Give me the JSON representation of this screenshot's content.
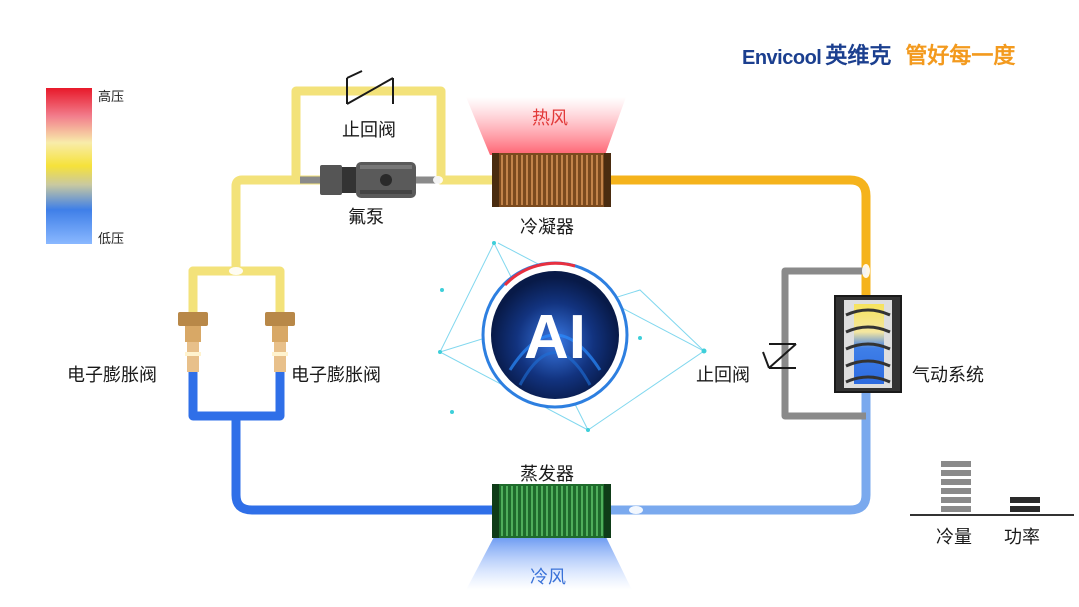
{
  "logo": {
    "brand": "Envicool",
    "cn_name": "英维克",
    "slogan": "管好每一度"
  },
  "legend": {
    "high": "高压",
    "low": "低压"
  },
  "components": {
    "check_valve_top": "止回阀",
    "pump": "氟泵",
    "condenser": "冷凝器",
    "hot_air": "热风",
    "eev_left": "电子膨胀阀",
    "eev_right": "电子膨胀阀",
    "ai": "AI",
    "check_valve_right": "止回阀",
    "compressor": "气动系统",
    "evaporator": "蒸发器",
    "cold_air": "冷风"
  },
  "bars": {
    "cooling": "冷量",
    "power": "功率",
    "cooling_level": 0.8,
    "power_level": 0.3
  },
  "colors": {
    "high": "#f0e27a",
    "hot": "#f5b31c",
    "low": "#3f7fe8",
    "gray": "#8a8a8a"
  }
}
